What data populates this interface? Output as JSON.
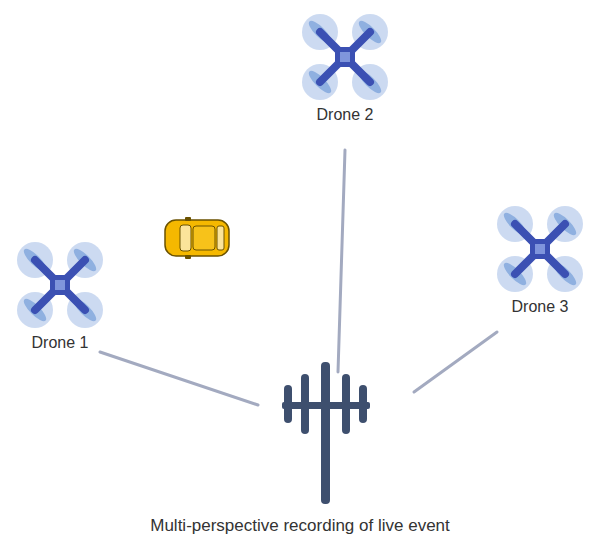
{
  "diagram": {
    "caption": "Multi-perspective recording of live event",
    "nodes": [
      {
        "text": [
          "Drone 2"
        ]
      },
      {
        "text": [
          "Drone 1"
        ]
      },
      {
        "text": [
          "Drone 3"
        ]
      }
    ]
  }
}
